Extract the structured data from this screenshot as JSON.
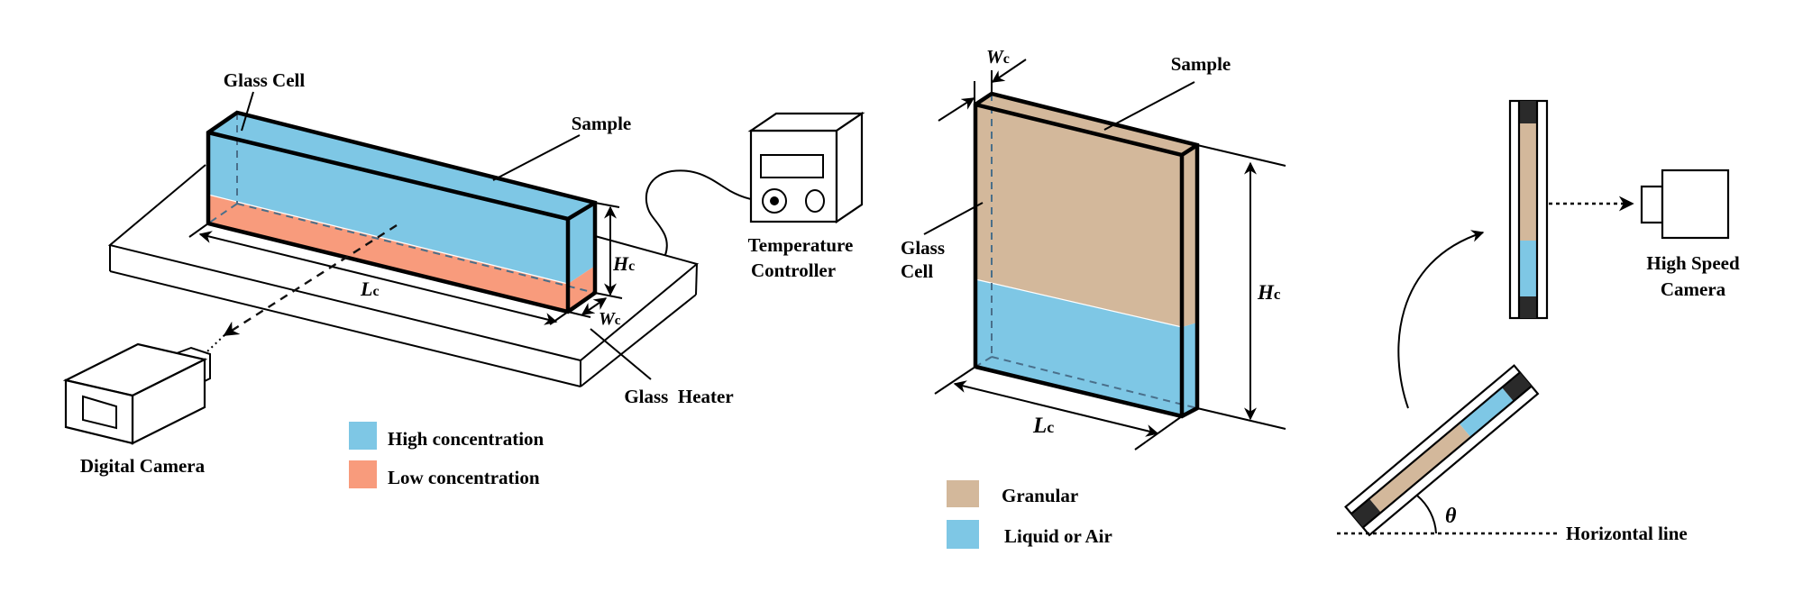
{
  "colors": {
    "high_concentration": "#7ec7e5",
    "low_concentration": "#f89b7c",
    "granular": "#d3b89b",
    "liquid_or_air": "#7ec7e5",
    "end_cap": "#2a2a2a"
  },
  "panel_left": {
    "glass_cell_label": "Glass Cell",
    "sample_label": "Sample",
    "length_symbol": "L",
    "length_subscript": "c",
    "height_symbol": "H",
    "height_subscript": "c",
    "width_symbol": "W",
    "width_subscript": "c",
    "temperature_controller_line1": "Temperature",
    "temperature_controller_line2": "Controller",
    "glass_heater_label": "Glass  Heater",
    "digital_camera_label": "Digital Camera",
    "legend": [
      {
        "label": "High concentration",
        "color_key": "high_concentration"
      },
      {
        "label": "Low concentration",
        "color_key": "low_concentration"
      }
    ]
  },
  "panel_middle": {
    "width_symbol": "W",
    "width_subscript": "c",
    "sample_label": "Sample",
    "glass_cell_line1": "Glass",
    "glass_cell_line2": "Cell",
    "height_symbol": "H",
    "height_subscript": "c",
    "length_symbol": "L",
    "length_subscript": "c",
    "legend": [
      {
        "label": "Granular",
        "color_key": "granular"
      },
      {
        "label": "Liquid or Air",
        "color_key": "liquid_or_air"
      }
    ]
  },
  "panel_right": {
    "camera_line1": "High Speed",
    "camera_line2": "Camera",
    "angle_symbol": "θ",
    "horizontal_label": "Horizontal line"
  }
}
